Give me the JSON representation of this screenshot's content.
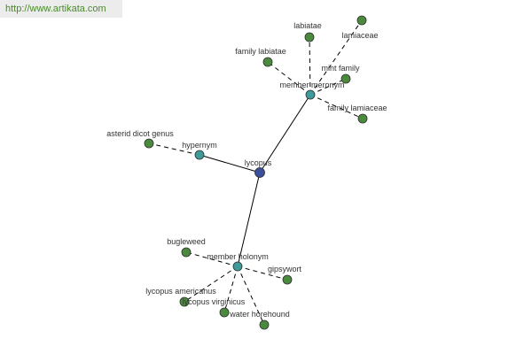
{
  "source_url": "http://www.artikata.com",
  "colors": {
    "center": "#3b4f9a",
    "relation": "#3f9a9a",
    "leaf": "#4a8a3c",
    "node_stroke": "#2f2f2f",
    "edge": "#000000"
  },
  "nodes": [
    {
      "id": "lycopus",
      "label": "lycopus",
      "kind": "center"
    },
    {
      "id": "member_meronym",
      "label": "member meronym",
      "kind": "relation"
    },
    {
      "id": "hypernym",
      "label": "hypernym",
      "kind": "relation"
    },
    {
      "id": "member_holonym",
      "label": "member holonym",
      "kind": "relation"
    },
    {
      "id": "labiatae",
      "label": "labiatae",
      "kind": "leaf"
    },
    {
      "id": "lamiaceae",
      "label": "lamiaceae",
      "kind": "leaf"
    },
    {
      "id": "family_labiatae",
      "label": "family labiatae",
      "kind": "leaf"
    },
    {
      "id": "mint_family",
      "label": "mint family",
      "kind": "leaf"
    },
    {
      "id": "family_lamiaceae",
      "label": "family lamiaceae",
      "kind": "leaf"
    },
    {
      "id": "asterid_dicot_genus",
      "label": "asterid dicot genus",
      "kind": "leaf"
    },
    {
      "id": "bugleweed",
      "label": "bugleweed",
      "kind": "leaf"
    },
    {
      "id": "gipsywort",
      "label": "gipsywort",
      "kind": "leaf"
    },
    {
      "id": "lycopus_americanus",
      "label": "lycopus americanus",
      "kind": "leaf"
    },
    {
      "id": "lycopus_virginicus",
      "label": "lycopus virginicus",
      "kind": "leaf"
    },
    {
      "id": "water_horehound",
      "label": "water horehound",
      "kind": "leaf"
    }
  ],
  "edges": [
    {
      "from": "lycopus",
      "to": "member_meronym",
      "style": "solid"
    },
    {
      "from": "lycopus",
      "to": "hypernym",
      "style": "solid"
    },
    {
      "from": "lycopus",
      "to": "member_holonym",
      "style": "solid"
    },
    {
      "from": "member_meronym",
      "to": "labiatae",
      "style": "dashed"
    },
    {
      "from": "member_meronym",
      "to": "lamiaceae",
      "style": "dashed"
    },
    {
      "from": "member_meronym",
      "to": "family_labiatae",
      "style": "dashed"
    },
    {
      "from": "member_meronym",
      "to": "mint_family",
      "style": "dashed"
    },
    {
      "from": "member_meronym",
      "to": "family_lamiaceae",
      "style": "dashed"
    },
    {
      "from": "hypernym",
      "to": "asterid_dicot_genus",
      "style": "dashed"
    },
    {
      "from": "member_holonym",
      "to": "bugleweed",
      "style": "dashed"
    },
    {
      "from": "member_holonym",
      "to": "gipsywort",
      "style": "dashed"
    },
    {
      "from": "member_holonym",
      "to": "lycopus_americanus",
      "style": "dashed"
    },
    {
      "from": "member_holonym",
      "to": "lycopus_virginicus",
      "style": "dashed"
    },
    {
      "from": "member_holonym",
      "to": "water_horehound",
      "style": "dashed"
    }
  ]
}
